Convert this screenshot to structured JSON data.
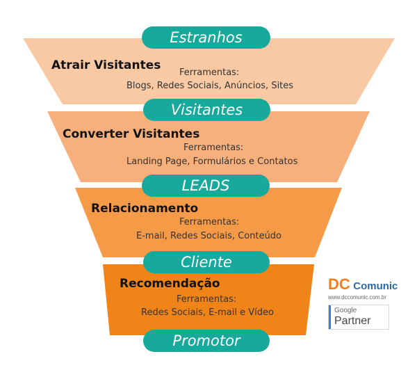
{
  "stages": [
    {
      "entry": "Estranhos",
      "title": "Atrair Visitantes",
      "tools_label": "Ferramentas:",
      "tools": "Blogs, Redes Sociais, Anúncios, Sites",
      "color": "#f9c9a4"
    },
    {
      "entry": "Visitantes",
      "title": "Converter Visitantes",
      "tools_label": "Ferramentas:",
      "tools": "Landing Page, Formulários e Contatos",
      "color": "#f7b07b"
    },
    {
      "entry": "LEADS",
      "title": "Relacionamento",
      "tools_label": "Ferramentas:",
      "tools": "E-mail, Redes Sociais, Conteúdo",
      "color": "#f59a47"
    },
    {
      "entry": "Cliente",
      "title": "Recomendação",
      "tools_label": "Ferramentas:",
      "tools": "Redes Sociais, E-mail e Vídeo",
      "color": "#f08418"
    }
  ],
  "final": "Promotor",
  "pill_color": "#17a99b",
  "logo": {
    "dc": "DC",
    "comunic": "Comunic",
    "url": "www.dccomunic.com.br",
    "google": "Google",
    "partner": "Partner"
  }
}
